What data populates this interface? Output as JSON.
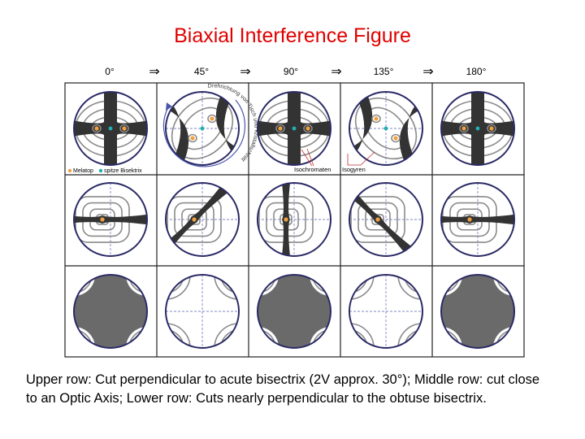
{
  "title": "Biaxial Interference Figure",
  "angles": [
    "0°",
    "45°",
    "90°",
    "135°",
    "180°"
  ],
  "arrow_glyph": "⇒",
  "annotations": {
    "rotation_label": "Drehrichtung von Tisch und Kristallschnitt",
    "legend_melatop": "Melatop",
    "legend_bisektrix": "spitze Bisektrix",
    "isochromaten": "Isochromaten",
    "isogyren": "Isogyren"
  },
  "colors": {
    "title": "#e00000",
    "isogyre": "#333333",
    "isochrome": "#8a8a8a",
    "melatop": "#f0a040",
    "bisectrix": "#20b0b0",
    "field_circle": "#2a2a66",
    "rotation_arc": "#4a56a8",
    "annotation_line": "#c03030"
  },
  "caption": "Upper row: Cut perpendicular to acute bisectrix (2V approx. 30°); Middle row: cut close to an Optic Axis; Lower row: Cuts nearly perpendicular to the obtuse bisectrix."
}
